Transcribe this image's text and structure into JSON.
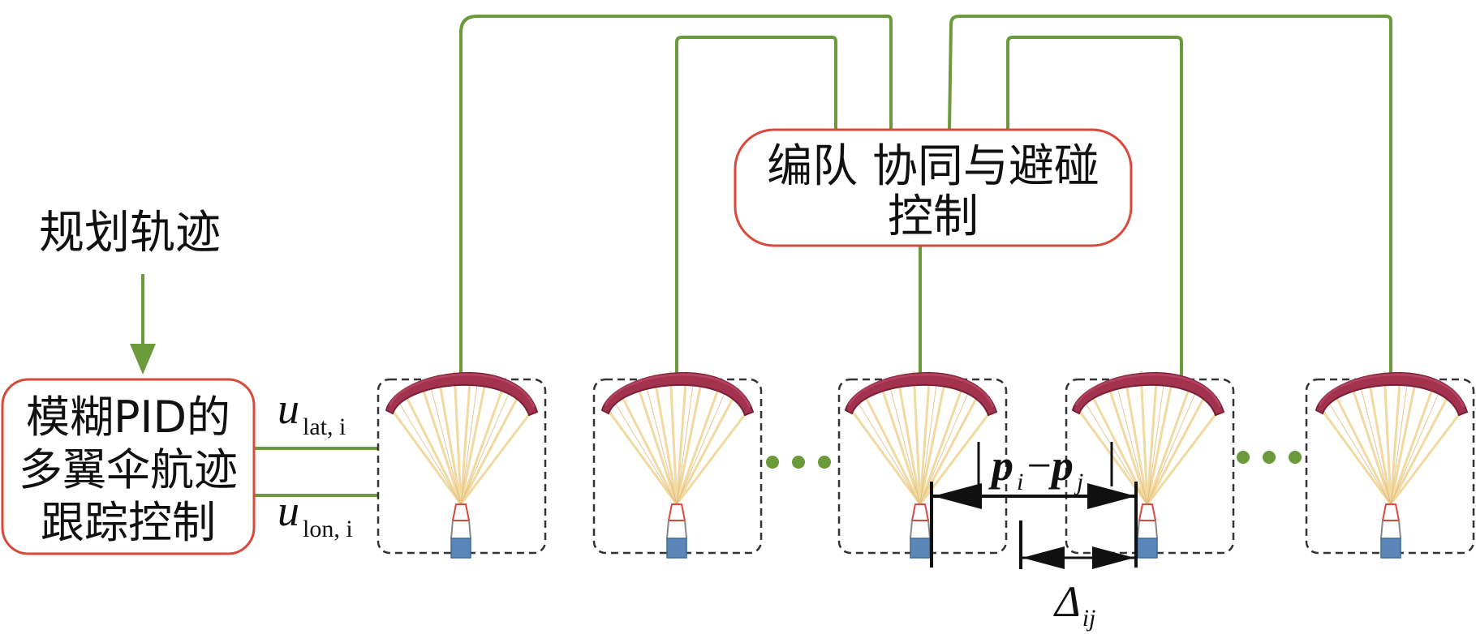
{
  "planning": {
    "label": "规划轨迹"
  },
  "controller": {
    "lines": [
      "模糊PID的",
      "多翼伞航迹",
      "跟踪控制"
    ]
  },
  "formation": {
    "lines": [
      "编队 协同与避碰",
      "控制"
    ]
  },
  "signals": {
    "lat": {
      "symbol": "u",
      "subscript": "lat, i"
    },
    "lon": {
      "symbol": "u",
      "subscript": "lon, i"
    }
  },
  "relative_position": {
    "p1": "p",
    "s1": "i",
    "minus": "−",
    "p2": "p",
    "s2": "j"
  },
  "delta": {
    "symbol": "Δ",
    "subscript": "ij"
  },
  "colors": {
    "link_green": "#6a9a3a",
    "box_red": "#d9483b",
    "dash_gray": "#333333",
    "canopy": "#a3324e",
    "lines_cream": "#f1d9a0",
    "payload": "#5b86b8"
  },
  "icons": [
    "parafoil-icon",
    "parafoil-icon",
    "parafoil-icon",
    "parafoil-icon",
    "parafoil-icon",
    "ellipsis-icon",
    "ellipsis-icon",
    "arrow-down-icon",
    "double-arrow-icon"
  ]
}
